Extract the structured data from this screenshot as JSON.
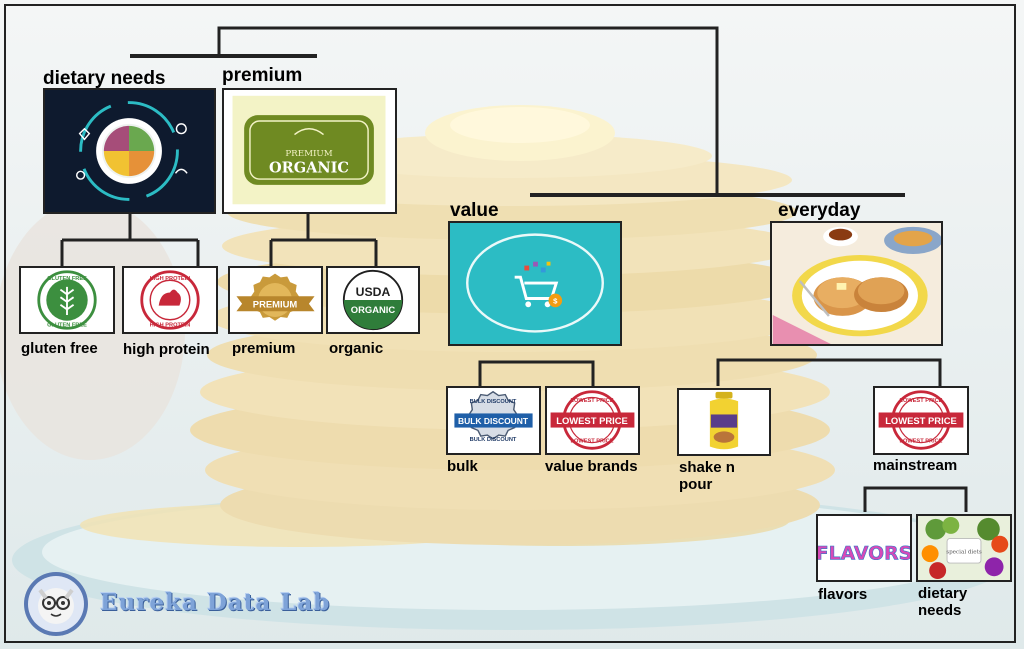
{
  "nodes": {
    "dietary_needs": "dietary needs",
    "premium": "premium",
    "value": "value",
    "everyday": "everyday",
    "gluten_free": "gluten free",
    "high_protein": "high protein",
    "premium_sub": "premium",
    "organic": "organic",
    "bulk": "bulk",
    "value_brands": "value brands",
    "shake_n_pour": "shake n pour",
    "mainstream": "mainstream",
    "flavors": "flavors",
    "dietary_needs_sub": "dietary needs"
  },
  "badges": {
    "gluten_free_top": "GLUTEN FREE",
    "gluten_free_bottom": "GLUTEN FREE",
    "high_protein_top": "HIGH PROTEIN",
    "high_protein_bottom": "HIGH PROTEIN",
    "premium_organic_line1": "PREMIUM",
    "premium_organic_line2": "ORGANIC",
    "premium_ribbon": "PREMIUM",
    "usda": "USDA",
    "usda_organic": "ORGANIC",
    "bulk_top": "BULK DISCOUNT",
    "bulk_center": "BULK DISCOUNT",
    "bulk_bottom": "BULK DISCOUNT",
    "lowest_price_top": "LOWEST PRICE",
    "lowest_price_center": "LOWEST PRICE",
    "lowest_price_bottom": "LOWEST PRICE",
    "flavors_word": "FLAVORS",
    "special_diets": "special diets"
  },
  "brand": {
    "name": "Eureka Data Lab"
  },
  "colors": {
    "line": "#222222",
    "accent_teal": "#2cbcc4",
    "organic_green": "#6f8a22",
    "stamp_red": "#c8283a"
  }
}
